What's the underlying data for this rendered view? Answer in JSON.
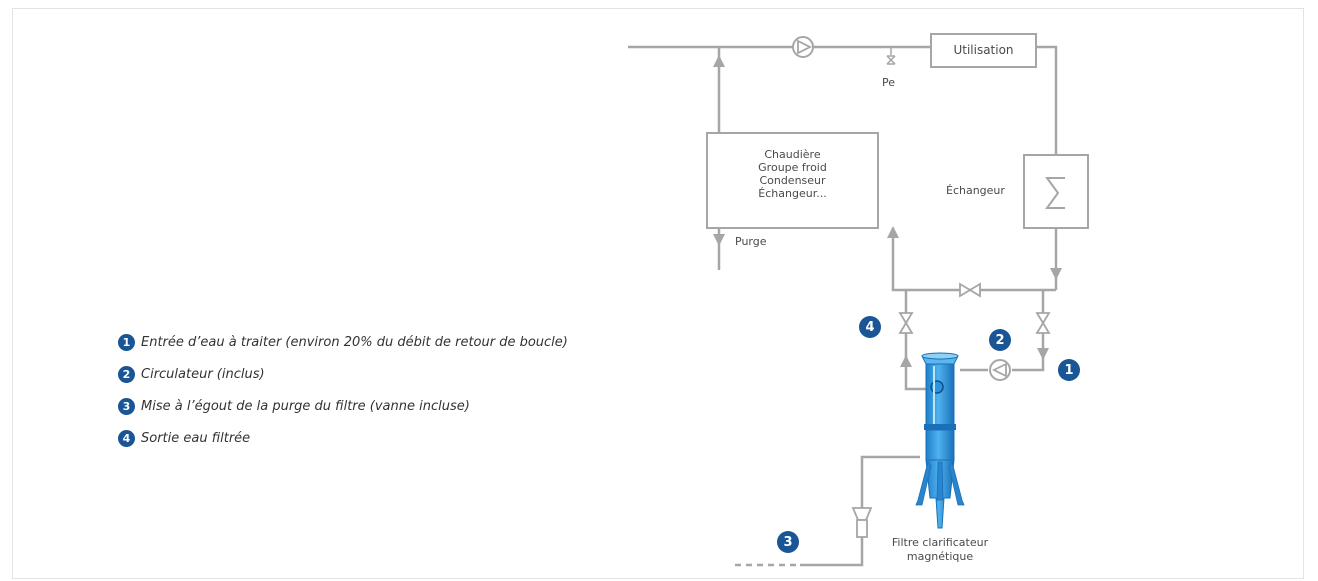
{
  "legend": [
    {
      "number": "1",
      "text": "Entrée d’eau à traiter (environ 20% du débit de retour de boucle)"
    },
    {
      "number": "2",
      "text": "Circulateur (inclus)"
    },
    {
      "number": "3",
      "text": "Mise à l’égout de la purge du filtre (vanne incluse)"
    },
    {
      "number": "4",
      "text": "Sortie eau filtrée"
    }
  ],
  "labels": {
    "utilisation": "Utilisation",
    "pe": "Pe",
    "boiler": [
      "Chaudière",
      "Groupe froid",
      "Condenseur",
      "Échangeur..."
    ],
    "echangeur": "Échangeur",
    "purge": "Purge",
    "filter": [
      "Filtre clarificateur",
      "magnétique"
    ]
  },
  "colors": {
    "pipe": "#a6a6a6",
    "badge": "#1a5596",
    "filter": "#2a95de"
  }
}
